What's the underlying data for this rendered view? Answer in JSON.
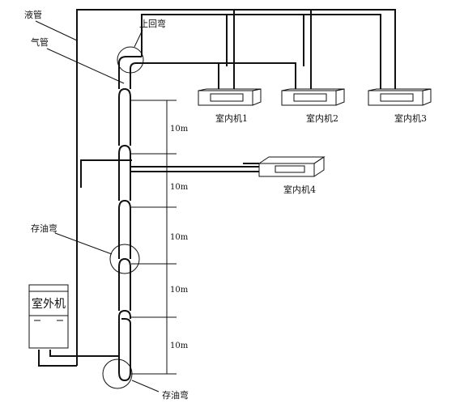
{
  "labels": {
    "liquid_pipe": "液管",
    "gas_pipe": "气管",
    "check_bend": "止回弯",
    "oil_trap_upper": "存油弯",
    "oil_trap_lower": "存油弯"
  },
  "indoor_units": [
    {
      "label": "室内机1"
    },
    {
      "label": "室内机2"
    },
    {
      "label": "室内机3"
    },
    {
      "label": "室内机4"
    }
  ],
  "outdoor_unit": {
    "label": "室外机"
  },
  "dimensions": [
    "10m",
    "10m",
    "10m",
    "10m",
    "10m"
  ]
}
